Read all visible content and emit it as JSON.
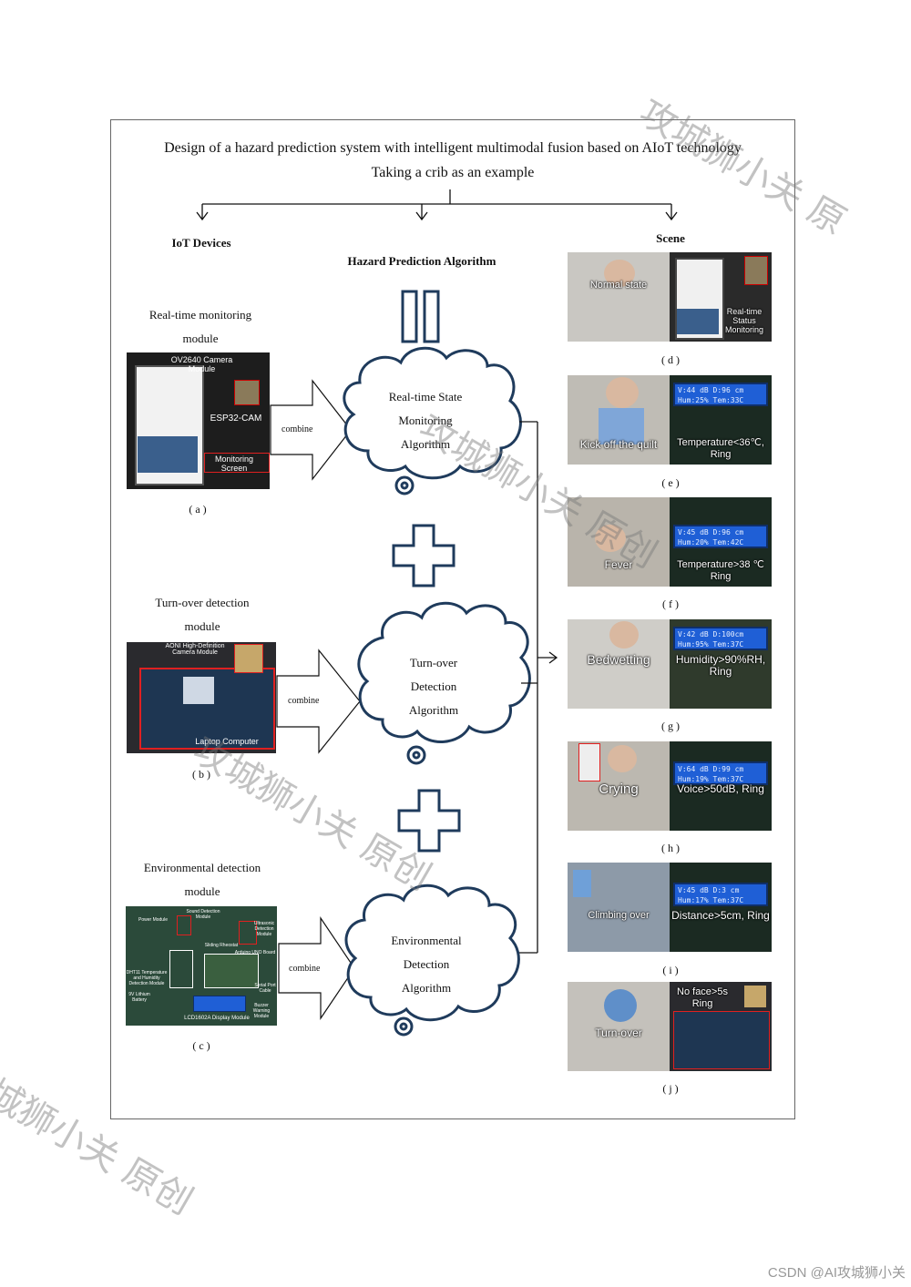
{
  "title": "Design of a hazard prediction system with intelligent multimodal fusion based on AIoT technology",
  "subtitle": "Taking a crib as an example",
  "headers": {
    "iot_devices": "IoT Devices",
    "algorithm": "Hazard Prediction Algorithm",
    "scene": "Scene"
  },
  "modules": [
    {
      "label_line1": "Real-time monitoring",
      "label_line2": "module",
      "caption": "( a )",
      "photo_labels": [
        "OV2640 Camera Module",
        "ESP32-CAM",
        "Monitoring Screen"
      ]
    },
    {
      "label_line1": "Turn-over detection",
      "label_line2": "module",
      "caption": "( b )",
      "photo_labels": [
        "AONI High-Definition Camera Module",
        "Laptop Computer"
      ]
    },
    {
      "label_line1": "Environmental detection",
      "label_line2": "module",
      "caption": "( c )",
      "photo_labels": [
        "Power Module",
        "Sound Detection Module",
        "Ultrasonic Detection Module",
        "Sliding Rheostat",
        "Arduino UNO Board",
        "DHT11 Temperature and Humidity Detection Module",
        "9V Lithium Battery",
        "Serial Port Cable",
        "Buzzer Warning Module",
        "LCD1602A Display Module"
      ]
    }
  ],
  "combine_label": "combine",
  "algorithms": [
    {
      "line1": "Real-time State",
      "line2": "Monitoring",
      "line3": "Algorithm"
    },
    {
      "line1": "Turn-over",
      "line2": "Detection",
      "line3": "Algorithm"
    },
    {
      "line1": "Environmental",
      "line2": "Detection",
      "line3": "Algorithm"
    }
  ],
  "scenes": [
    {
      "caption": "( d )",
      "left_text": "Normal state",
      "right_text": "Real-time Status Monitoring",
      "lcd_line1": "",
      "lcd_line2": ""
    },
    {
      "caption": "( e )",
      "left_text": "Kick off the quilt",
      "right_text": "Temperature<36℃, Ring",
      "lcd_line1": "V:44 dB D:96 cm",
      "lcd_line2": "Hum:25% Tem:33C"
    },
    {
      "caption": "( f )",
      "left_text": "Fever",
      "right_text": "Temperature>38 ℃ Ring",
      "lcd_line1": "V:45 dB D:96 cm",
      "lcd_line2": "Hum:20% Tem:42C"
    },
    {
      "caption": "( g )",
      "left_text": "Bedwetting",
      "right_text": "Humidity>90%RH, Ring",
      "lcd_line1": "V:42 dB D:100cm",
      "lcd_line2": "Hum:95% Tem:37C"
    },
    {
      "caption": "( h )",
      "left_text": "Crying",
      "right_text": "Voice>50dB, Ring",
      "lcd_line1": "V:64 dB D:99 cm",
      "lcd_line2": "Hum:19% Tem:37C"
    },
    {
      "caption": "( i )",
      "left_text": "Climbing over",
      "right_text": "Distance>5cm, Ring",
      "lcd_line1": "V:45 dB D:3  cm",
      "lcd_line2": "Hum:17% Tem:37C"
    },
    {
      "caption": "( j )",
      "left_text": "Turn-over",
      "right_text": "No face>5s Ring",
      "lcd_line1": "",
      "lcd_line2": ""
    }
  ],
  "watermark": "攻城狮小关 原创",
  "watermark_partial": "攻城狮小关 原",
  "watermark_left": "城狮小关 原创",
  "credit": "CSDN @AI攻城狮小关",
  "colors": {
    "navy": "#1f3b5c",
    "lcd_blue": "#1f5fd6",
    "red_box": "#e02020"
  }
}
